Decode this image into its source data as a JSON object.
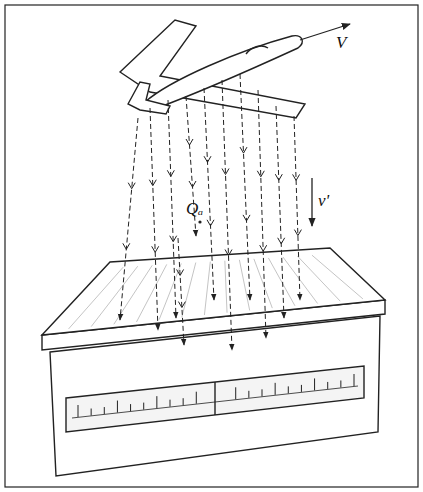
{
  "diagram": {
    "labels": [
      "V",
      "Qₐ",
      "v'"
    ]
  }
}
